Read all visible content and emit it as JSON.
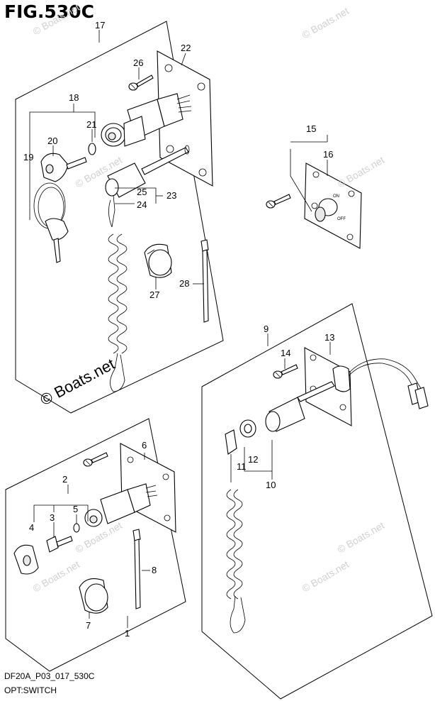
{
  "figure_title": "FIG.530C",
  "footer": {
    "code": "DF20A_P03_017_530C",
    "name": "OPT:SWITCH"
  },
  "watermark": "© Boats.net",
  "watermark_primary": "© Boats.net",
  "callouts": {
    "c1": "1",
    "c2": "2",
    "c3": "3",
    "c4": "4",
    "c5": "5",
    "c6": "6",
    "c7": "7",
    "c8": "8",
    "c9": "9",
    "c10": "10",
    "c11": "11",
    "c12": "12",
    "c13": "13",
    "c14": "14",
    "c15": "15",
    "c16": "16",
    "c17": "17",
    "c18": "18",
    "c19": "19",
    "c20": "20",
    "c21": "21",
    "c22": "22",
    "c23": "23",
    "c24": "24",
    "c25": "25",
    "c26": "26",
    "c27": "27",
    "c28": "28"
  },
  "switch_marks": {
    "on": "ON",
    "off": "OFF"
  }
}
